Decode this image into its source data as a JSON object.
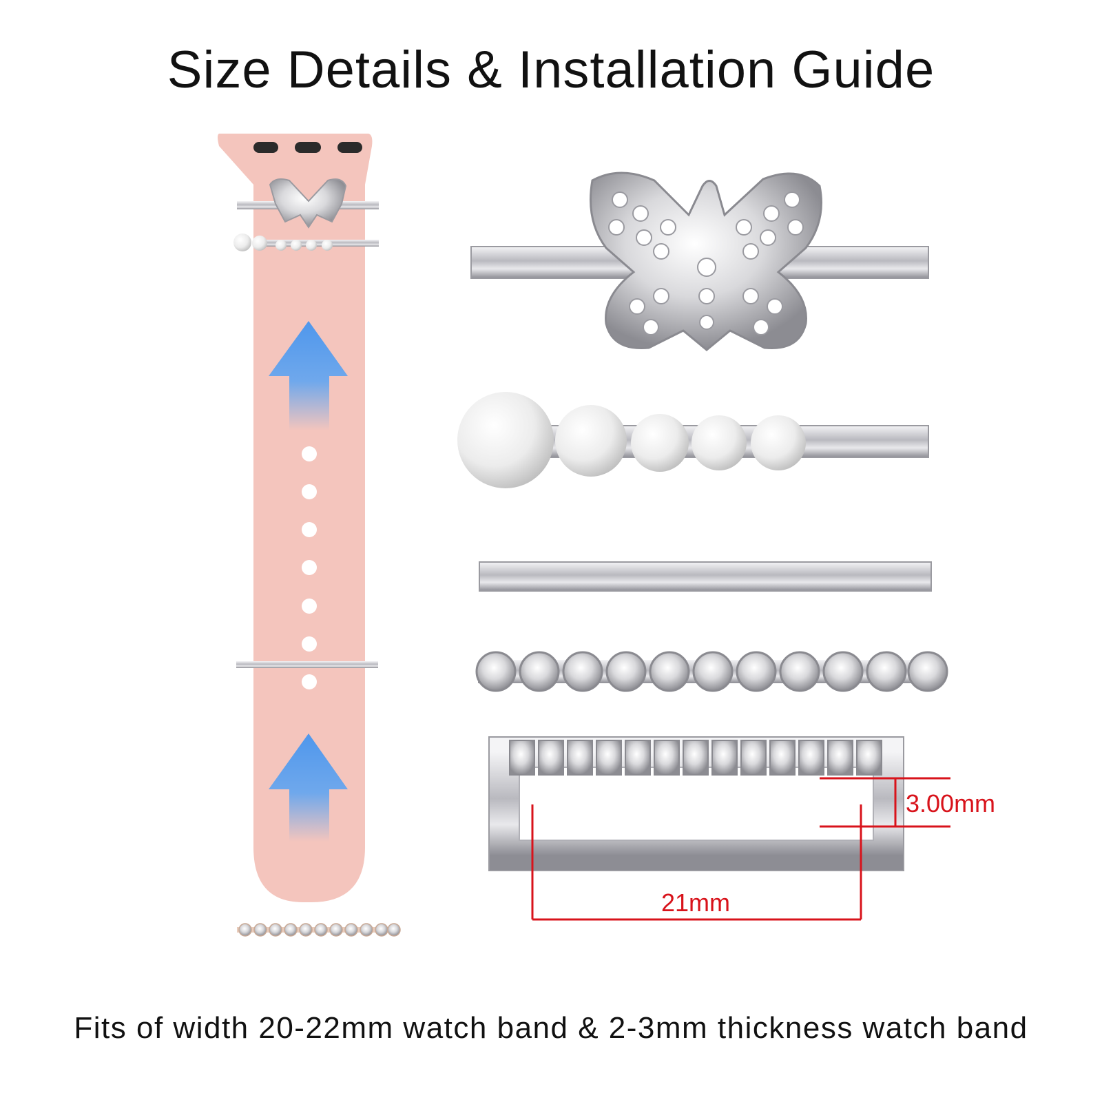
{
  "title": "Size Details & Installation Guide",
  "footer": "Fits of width 20-22mm watch band & 2-3mm thickness watch band",
  "dimensions": {
    "thickness_label": "3.00mm",
    "width_label": "21mm"
  },
  "colors": {
    "band": "#f4c5bd",
    "arrow": "#4f97ec",
    "dimension_line": "#d8131b",
    "metal": "#c8c8cc"
  },
  "icons": [
    "butterfly-charm-icon",
    "pearl-charm-icon",
    "bar-charm-icon",
    "rhinestone-charm-icon",
    "loop-charm-icon",
    "arrow-up-icon"
  ]
}
